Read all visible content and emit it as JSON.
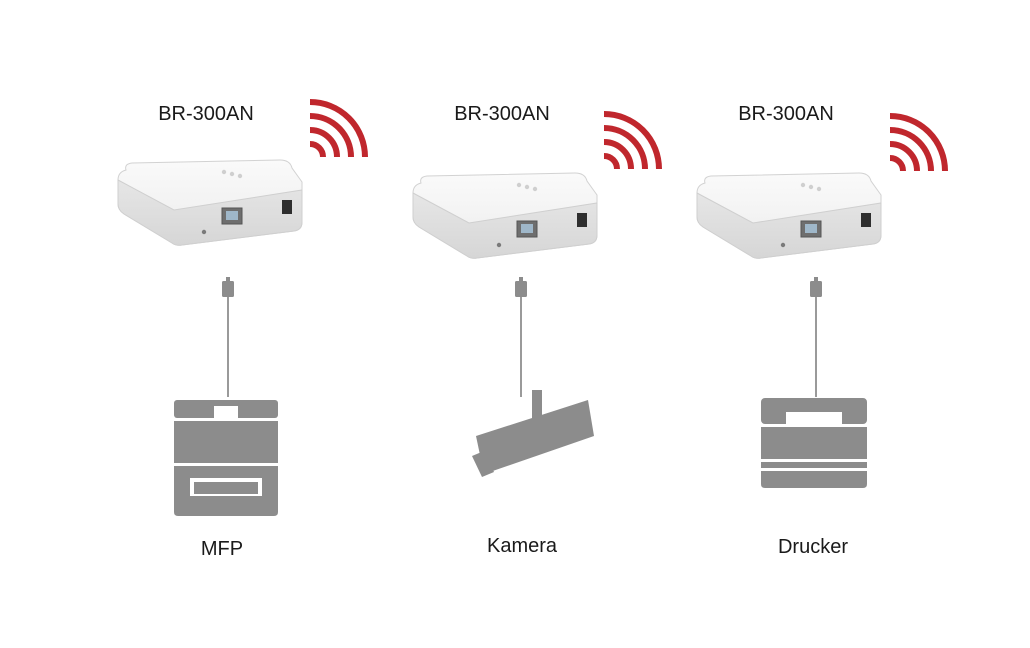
{
  "columns": [
    {
      "device_label": "BR-300AN",
      "endpoint_label": "MFP",
      "endpoint_icon": "mfp-icon"
    },
    {
      "device_label": "BR-300AN",
      "endpoint_label": "Kamera",
      "endpoint_icon": "camera-icon"
    },
    {
      "device_label": "BR-300AN",
      "endpoint_label": "Drucker",
      "endpoint_icon": "printer-icon"
    }
  ],
  "colors": {
    "wifi": "#c0272d",
    "icon_gray": "#8c8c8c",
    "cable_gray": "#9a9a9a",
    "device_white": "#f2f2f2",
    "text": "#1a1a1a"
  }
}
